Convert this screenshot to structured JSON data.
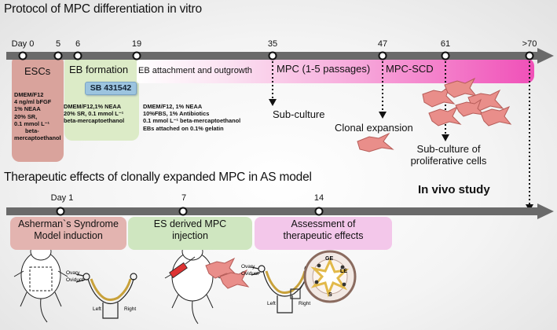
{
  "section1": {
    "title": "Protocol of MPC differentiation in vitro",
    "days": [
      "Day 0",
      "5",
      "6",
      "19",
      "35",
      "47",
      "61",
      ">70"
    ],
    "stages": {
      "escs": "ESCs",
      "eb_formation": "EB formation",
      "eb_attachment": "EB attachment and outgrowth",
      "mpc": "MPC (1-5 passages)",
      "mpc_scd": "MPC-SCD",
      "inhibitor": "SB 431542"
    },
    "protocols": {
      "escs": [
        "DMEM/F12",
        "4 ng/ml bFGF",
        "1% NEAA",
        "20% SR,",
        "0.1 mmol L⁻¹",
        "beta-",
        "mercaptoethanol"
      ],
      "eb": [
        "DMEM/F12,1% NEAA",
        "20% SR, 0.1 mmol L⁻¹",
        "beta-mercaptoethanol"
      ],
      "attach": [
        "DMEM/F12,  1% NEAA",
        "10%FBS, 1% Antibiotics",
        "0.1 mmol L⁻¹ beta-mercaptoethanol",
        "EBs attached on 0.1% gelatin"
      ]
    },
    "annotations": {
      "subculture": "Sub-culture",
      "clonal": "Clonal expansion",
      "subculture_prolif_1": "Sub-culture of",
      "subculture_prolif_2": "proliferative cells"
    }
  },
  "section2": {
    "title": "Therapeutic effects of clonally expanded MPC in AS model",
    "days": [
      "Day 1",
      "7",
      "14"
    ],
    "in_vivo": "In vivo study",
    "boxes": {
      "model": [
        "Asherman`s Syndrome",
        "Model induction"
      ],
      "injection": [
        "ES derived MPC",
        "injection"
      ],
      "assessment": [
        "Assessment of",
        "therapeutic effects"
      ]
    },
    "anatomy": {
      "ovary": "Ovary",
      "oviduct": "Oviduct",
      "left": "Left",
      "right": "Right",
      "ge": "GE",
      "le": "LE",
      "s": "S"
    }
  },
  "colors": {
    "timeline": "#666666",
    "escs_box": "#d9a39c",
    "eb_box": "#dcebc7",
    "pink_bar": "#f050b8",
    "sb_box": "#9cc4df",
    "model_box": "#e3b4b0",
    "injection_box": "#cfe6c0",
    "assessment_box": "#f3c7ea",
    "cell": "#e98e8a"
  }
}
